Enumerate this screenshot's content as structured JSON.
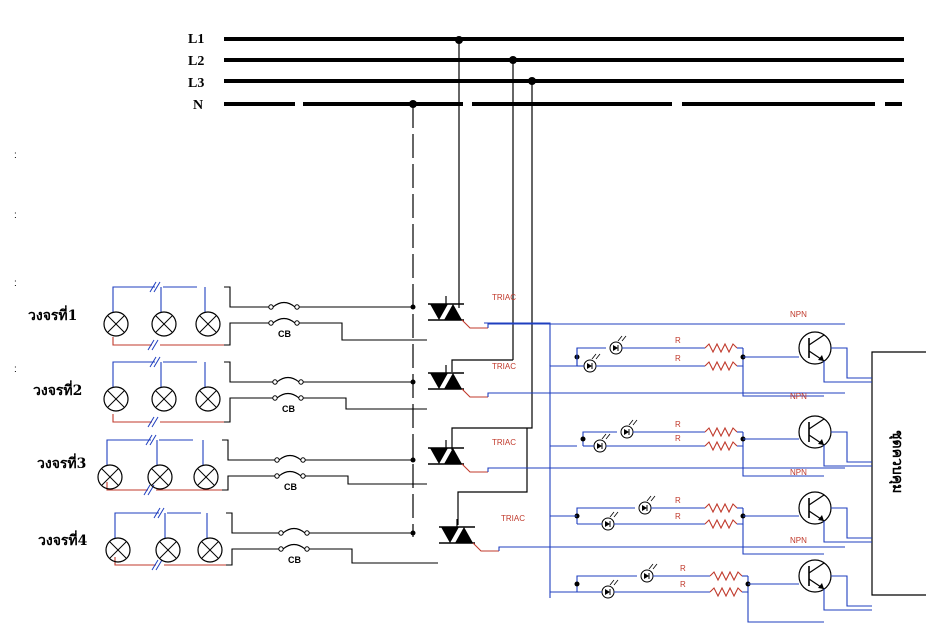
{
  "buses": [
    {
      "label": "L1"
    },
    {
      "label": "L2"
    },
    {
      "label": "L3"
    },
    {
      "label": "N"
    }
  ],
  "circuits": [
    {
      "label": "วงจรที่1",
      "cb_label": "CB",
      "triac_label": "TRIAC",
      "transistor_label": "NPN",
      "resistor_labels": [
        "R",
        "R"
      ]
    },
    {
      "label": "วงจรที่2",
      "cb_label": "CB",
      "triac_label": "TRIAC",
      "transistor_label": "NPN",
      "resistor_labels": [
        "R",
        "R"
      ]
    },
    {
      "label": "วงจรที่3",
      "cb_label": "CB",
      "triac_label": "TRIAC",
      "transistor_label": "NPN",
      "resistor_labels": [
        "R",
        "R"
      ]
    },
    {
      "label": "วงจรที่4",
      "cb_label": "CB",
      "triac_label": "TRIAC",
      "transistor_label": "NPN",
      "resistor_labels": [
        "R",
        "R"
      ]
    }
  ],
  "controller": {
    "label": "ชุดควบคุม"
  },
  "margin_marks": [
    ":",
    ":",
    ":",
    ":"
  ],
  "colors": {
    "power": "#000000",
    "control": "#1f3fbf",
    "component_red": "#c0392b",
    "lamp_red": "#c0392b"
  }
}
